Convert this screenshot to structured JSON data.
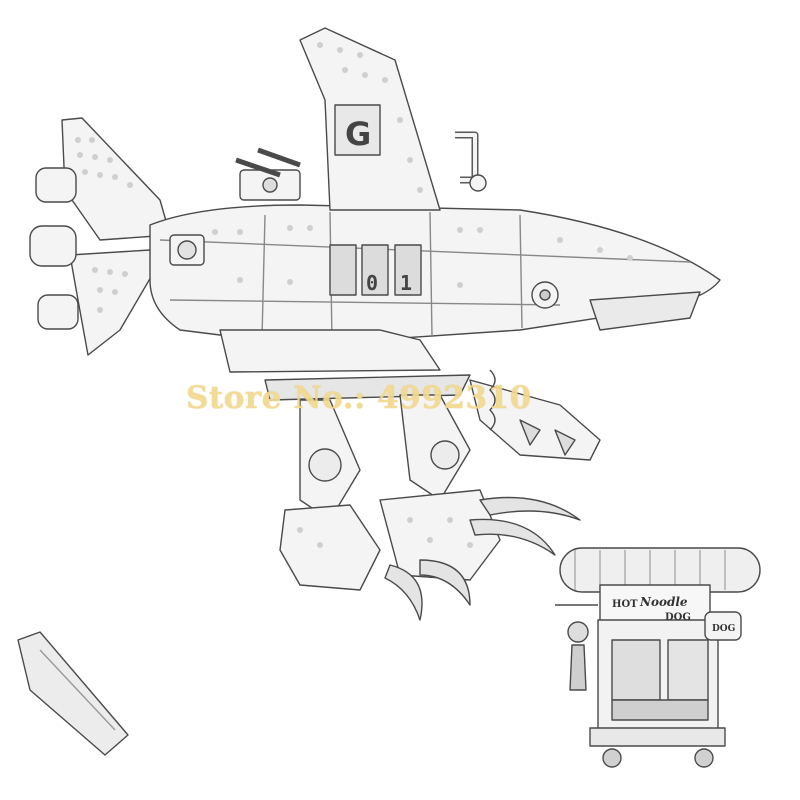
{
  "watermark": {
    "text": "Store No.: 4992310",
    "color": "#f2d98e"
  },
  "shark": {
    "fin_letter": "G",
    "digits": [
      "0",
      "1"
    ]
  },
  "cart": {
    "sign_line1": "HOT",
    "sign_line2": "Noodle",
    "sign_line3": "DOG"
  },
  "colors": {
    "line": "#4a4a4a",
    "fill": "#f4f4f4",
    "shade": "#d6d6d6"
  }
}
